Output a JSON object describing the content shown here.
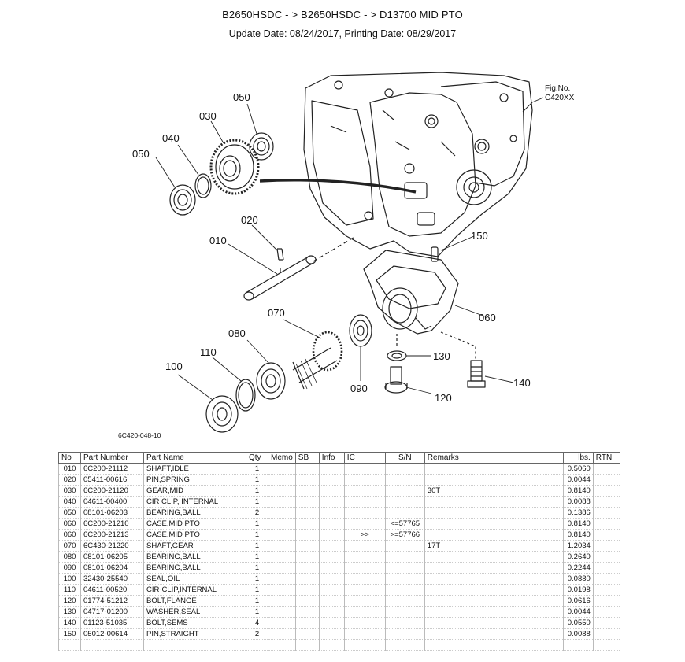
{
  "header": {
    "title": "B2650HSDC - > B2650HSDC - > D13700   MID PTO",
    "dates": "Update Date: 08/24/2017, Printing Date: 08/29/2017"
  },
  "diagram": {
    "fig_no_label": "Fig.No.",
    "fig_no_value": "C420XX",
    "drawing_code": "6C420-048-10",
    "callouts": {
      "c010": "010",
      "c020": "020",
      "c030": "030",
      "c040": "040",
      "c050a": "050",
      "c050b": "050",
      "c060": "060",
      "c070": "070",
      "c080": "080",
      "c090": "090",
      "c100": "100",
      "c110": "110",
      "c120": "120",
      "c130": "130",
      "c140": "140",
      "c150": "150"
    }
  },
  "table": {
    "headers": [
      "No",
      "Part Number",
      "Part Name",
      "Qty",
      "Memo",
      "SB",
      "Info",
      "IC",
      "S/N",
      "Remarks",
      "lbs.",
      "RTN"
    ],
    "rows": [
      [
        "010",
        "6C200-21112",
        "SHAFT,IDLE",
        "1",
        "",
        "",
        "",
        "",
        "",
        "",
        "0.5060",
        ""
      ],
      [
        "020",
        "05411-00616",
        "PIN,SPRING",
        "1",
        "",
        "",
        "",
        "",
        "",
        "",
        "0.0044",
        ""
      ],
      [
        "030",
        "6C200-21120",
        "GEAR,MID",
        "1",
        "",
        "",
        "",
        "",
        "",
        "30T",
        "0.8140",
        ""
      ],
      [
        "040",
        "04611-00400",
        "CIR CLIP, INTERNAL",
        "1",
        "",
        "",
        "",
        "",
        "",
        "",
        "0.0088",
        ""
      ],
      [
        "050",
        "08101-06203",
        "BEARING,BALL",
        "2",
        "",
        "",
        "",
        "",
        "",
        "",
        "0.1386",
        ""
      ],
      [
        "060",
        "6C200-21210",
        "CASE,MID PTO",
        "1",
        "",
        "",
        "",
        "",
        "<=57765",
        "",
        "0.8140",
        ""
      ],
      [
        "060",
        "6C200-21213",
        "CASE,MID PTO",
        "1",
        "",
        "",
        "",
        ">>",
        ">=57766",
        "",
        "0.8140",
        ""
      ],
      [
        "070",
        "6C430-21220",
        "SHAFT,GEAR",
        "1",
        "",
        "",
        "",
        "",
        "",
        "17T",
        "1.2034",
        ""
      ],
      [
        "080",
        "08101-06205",
        "BEARING,BALL",
        "1",
        "",
        "",
        "",
        "",
        "",
        "",
        "0.2640",
        ""
      ],
      [
        "090",
        "08101-06204",
        "BEARING,BALL",
        "1",
        "",
        "",
        "",
        "",
        "",
        "",
        "0.2244",
        ""
      ],
      [
        "100",
        "32430-25540",
        "SEAL,OIL",
        "1",
        "",
        "",
        "",
        "",
        "",
        "",
        "0.0880",
        ""
      ],
      [
        "110",
        "04611-00520",
        "CIR-CLIP,INTERNAL",
        "1",
        "",
        "",
        "",
        "",
        "",
        "",
        "0.0198",
        ""
      ],
      [
        "120",
        "01774-51212",
        "BOLT,FLANGE",
        "1",
        "",
        "",
        "",
        "",
        "",
        "",
        "0.0616",
        ""
      ],
      [
        "130",
        "04717-01200",
        "WASHER,SEAL",
        "1",
        "",
        "",
        "",
        "",
        "",
        "",
        "0.0044",
        ""
      ],
      [
        "140",
        "01123-51035",
        "BOLT,SEMS",
        "4",
        "",
        "",
        "",
        "",
        "",
        "",
        "0.0550",
        ""
      ],
      [
        "150",
        "05012-00614",
        "PIN,STRAIGHT",
        "2",
        "",
        "",
        "",
        "",
        "",
        "",
        "0.0088",
        ""
      ]
    ]
  }
}
